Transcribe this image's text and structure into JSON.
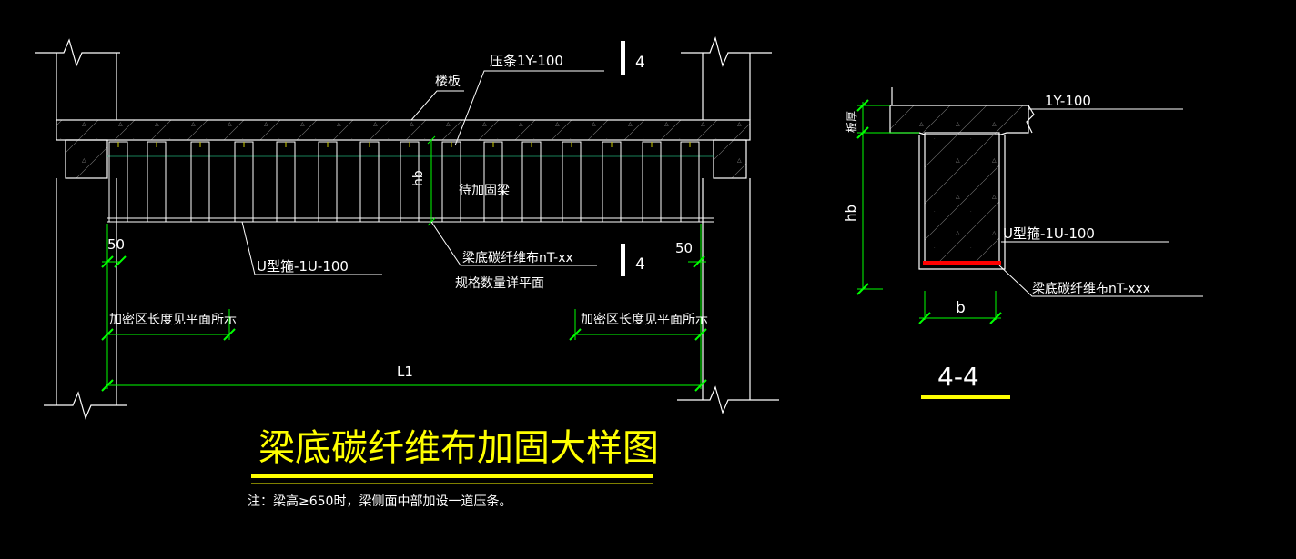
{
  "elevation": {
    "slab": "楼板",
    "press_strip": "压条1Y-100",
    "section_mark": "4",
    "beam_height": "hb",
    "beam_name": "待加固梁",
    "u_hoop": "U型箍-1U-100",
    "cfrp": "梁底碳纤维布nT-xx",
    "spec_note": "规格数量详平面",
    "offset_left": "50",
    "offset_right": "50",
    "dense_left": "加密区长度见平面所示",
    "dense_right": "加密区长度见平面所示",
    "span": "L1"
  },
  "section": {
    "slab_thickness": "板厚",
    "press_strip": "1Y-100",
    "beam_height": "hb",
    "u_hoop": "U型箍-1U-100",
    "cfrp": "梁底碳纤维布nT-xxx",
    "width": "b",
    "title": "4-4"
  },
  "drawing": {
    "title": "梁底碳纤维布加固大样图",
    "note": "注：梁高≥650时，梁侧面中部加设一道压条。"
  },
  "colors": {
    "background": "#000000",
    "linework": "#ffffff",
    "dimension": "#00ff00",
    "title": "#ffff00",
    "cfrp": "#ff0000"
  }
}
